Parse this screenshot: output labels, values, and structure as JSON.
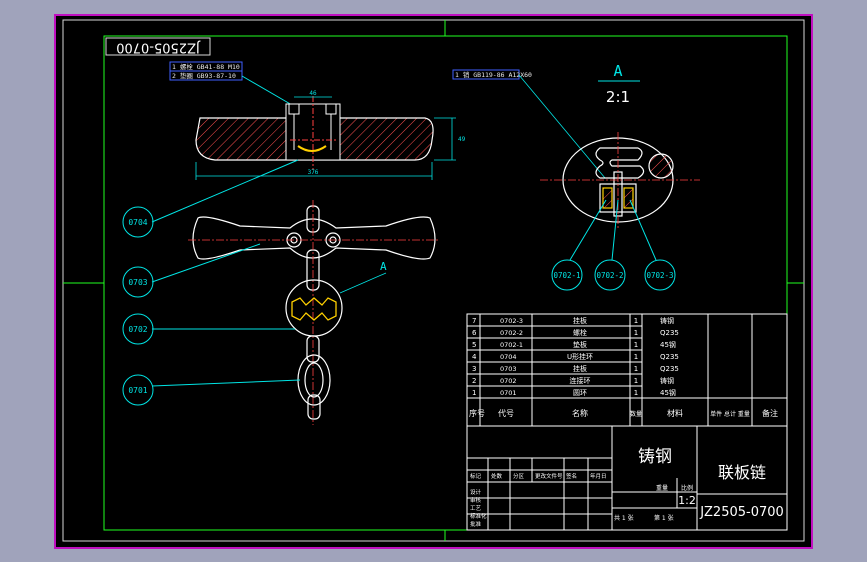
{
  "drawing": {
    "stamp_code": "JZ2505-0700",
    "section_letter": "A",
    "section_scale": "2:1",
    "detail_marker": "A",
    "dimensions": {
      "top_width": "46",
      "overall_length": "376",
      "height": "49"
    },
    "callouts_left": [
      "0704",
      "0703",
      "0702",
      "0701"
    ],
    "callouts_right": [
      "0702-1",
      "0702-2",
      "0702-3"
    ],
    "notes_left": [
      "1 螺栓 GB41-88 M10",
      "2 垫圈 GB93-87-10"
    ],
    "note_right": "1 销 GB119-86 A12X60"
  },
  "bom": {
    "rows": [
      {
        "no": "7",
        "code": "0702-3",
        "name": "挂板",
        "qty": "1",
        "material": "铸钢"
      },
      {
        "no": "6",
        "code": "0702-2",
        "name": "螺栓",
        "qty": "1",
        "material": "Q235"
      },
      {
        "no": "5",
        "code": "0702-1",
        "name": "垫板",
        "qty": "1",
        "material": "45钢"
      },
      {
        "no": "4",
        "code": "0704",
        "name": "U形挂环",
        "qty": "1",
        "material": "Q235"
      },
      {
        "no": "3",
        "code": "0703",
        "name": "挂板",
        "qty": "1",
        "material": "Q235"
      },
      {
        "no": "2",
        "code": "0702",
        "name": "连接环",
        "qty": "1",
        "material": "铸钢"
      },
      {
        "no": "1",
        "code": "0701",
        "name": "圆环",
        "qty": "1",
        "material": "45钢"
      }
    ],
    "header": {
      "no": "序号",
      "code": "代号",
      "name": "名称",
      "qty": "数量",
      "material": "材料",
      "weight": "单件 总计 重量",
      "remark": "备注"
    }
  },
  "title_block": {
    "material": "铸钢",
    "part_name": "联板链",
    "drawing_no": "JZ2505-0700",
    "scale": "1:2",
    "scale_label": "比例",
    "weight_label": "重量",
    "sheet_left": "共  1  张",
    "sheet_right": "第  1  张",
    "rev_labels": [
      "标记",
      "处数",
      "分区",
      "更改文件号",
      "签名",
      "年月日"
    ],
    "sign_labels": [
      "设计",
      "审核",
      "工艺",
      "标准化",
      "批准"
    ]
  }
}
